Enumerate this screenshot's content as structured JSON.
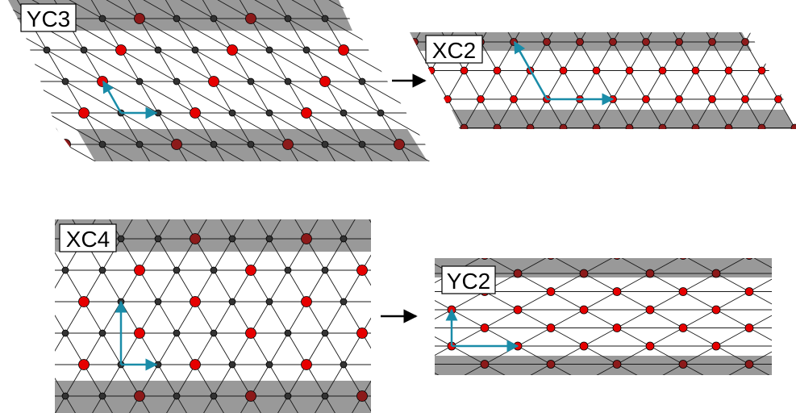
{
  "panels": [
    {
      "id": "yc3",
      "label": "YC3"
    },
    {
      "id": "xc2",
      "label": "XC2"
    },
    {
      "id": "xc4",
      "label": "XC4"
    },
    {
      "id": "yc2",
      "label": "YC2"
    }
  ],
  "colors": {
    "band": "#999999",
    "line": "#1a1a1a",
    "site_red": "#e60000",
    "site_dark": "#333333",
    "site_red_shaded": "#8c1a1a",
    "arrow": "#1a8ca8"
  }
}
